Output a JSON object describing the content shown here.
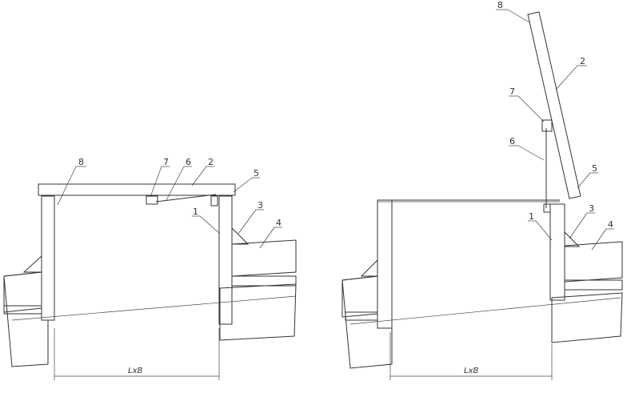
{
  "left_view": {
    "labels": [
      "8",
      "7",
      "6",
      "2",
      "5",
      "1",
      "3",
      "4"
    ],
    "dimension": "LxB"
  },
  "right_view": {
    "labels": [
      "8",
      "2",
      "7",
      "6",
      "5",
      "1",
      "3",
      "4"
    ],
    "dimension": "LxB"
  }
}
